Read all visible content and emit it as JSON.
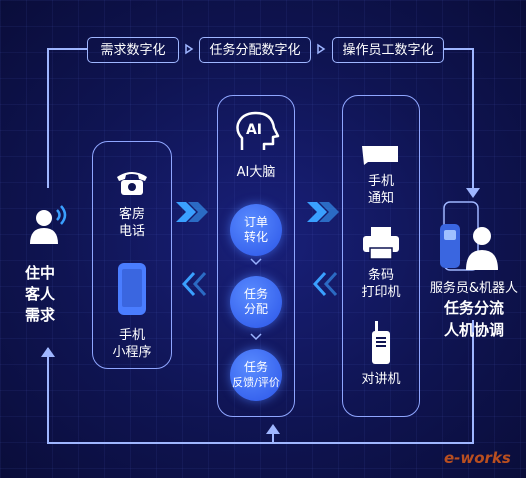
{
  "top_flow": [
    "需求数字化",
    "任务分配数字化",
    "操作员工数字化"
  ],
  "left_node": {
    "lines": [
      "住中",
      "客人",
      "需求"
    ]
  },
  "channels": {
    "phone": [
      "客房",
      "电话"
    ],
    "app": [
      "手机",
      "小程序"
    ]
  },
  "ai_brain": {
    "icon_text": "AI",
    "label": "AI大脑"
  },
  "steps": [
    {
      "lines": [
        "订单",
        "转化"
      ]
    },
    {
      "lines": [
        "任务",
        "分配"
      ]
    },
    {
      "lines": [
        "任务",
        "反馈/评价"
      ]
    }
  ],
  "devices": {
    "notify": [
      "手机",
      "通知"
    ],
    "printer": [
      "条码",
      "打印机"
    ],
    "radio": "对讲机"
  },
  "right_node": {
    "line1": "服务员&机器人",
    "line2": "任务分流",
    "line3": "人机协调"
  },
  "watermark": "e-works",
  "colors": {
    "bg": "#0f1452",
    "accent": "#2b55e8",
    "line": "#9fb6ff"
  }
}
